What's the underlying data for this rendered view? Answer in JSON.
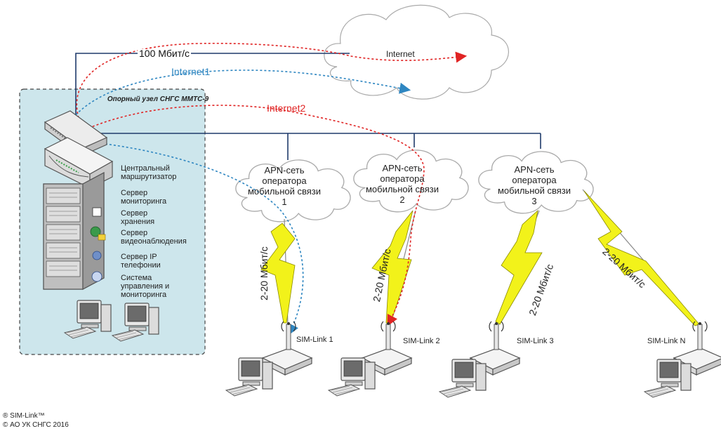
{
  "backbone": {
    "speed_label": "100 Мбит/с",
    "internet_label": "Internet",
    "internet1_label": "Internet1",
    "internet2_label": "Internet2",
    "internet1_color": "#2e86c1",
    "internet2_color": "#e02424",
    "internet_color": "#e02424",
    "link_color": "#1f3a6b"
  },
  "hub": {
    "title": "Опорный узел СНГС ММТС-9",
    "devices": [
      {
        "label": "Центральный маршрутизатор"
      },
      {
        "label": "Сервер мониторинга"
      },
      {
        "label": "Сервер хранения"
      },
      {
        "label": "Сервер видеонаблюдения"
      },
      {
        "label": "Сервер IP телефонии"
      },
      {
        "label": "Система управления и мониторинга"
      }
    ]
  },
  "apn_clouds": [
    {
      "label": "APN-сеть оператора мобильной связи 1"
    },
    {
      "label": "APN-сеть оператора мобильной связи 2"
    },
    {
      "label": "APN-сеть оператора мобильной связи 3"
    }
  ],
  "links": [
    {
      "speed": "2-20 Мбит/с"
    },
    {
      "speed": "2-20 Мбит/с"
    },
    {
      "speed": "2-20 Мбит/с"
    },
    {
      "speed": "2-20 Мбит/с"
    }
  ],
  "sim_links": [
    {
      "label": "SIM-Link 1"
    },
    {
      "label": "SIM-Link 2"
    },
    {
      "label": "SIM-Link 3"
    },
    {
      "label": "SIM-Link N"
    }
  ],
  "footer": {
    "trademark": "® SIM-Link™",
    "copyright": "© АО УК СНГС 2016"
  },
  "colors": {
    "lightning": "#f2f21a",
    "hub_fill": "#cde6ec",
    "cloud_stroke": "#aaaaaa"
  }
}
